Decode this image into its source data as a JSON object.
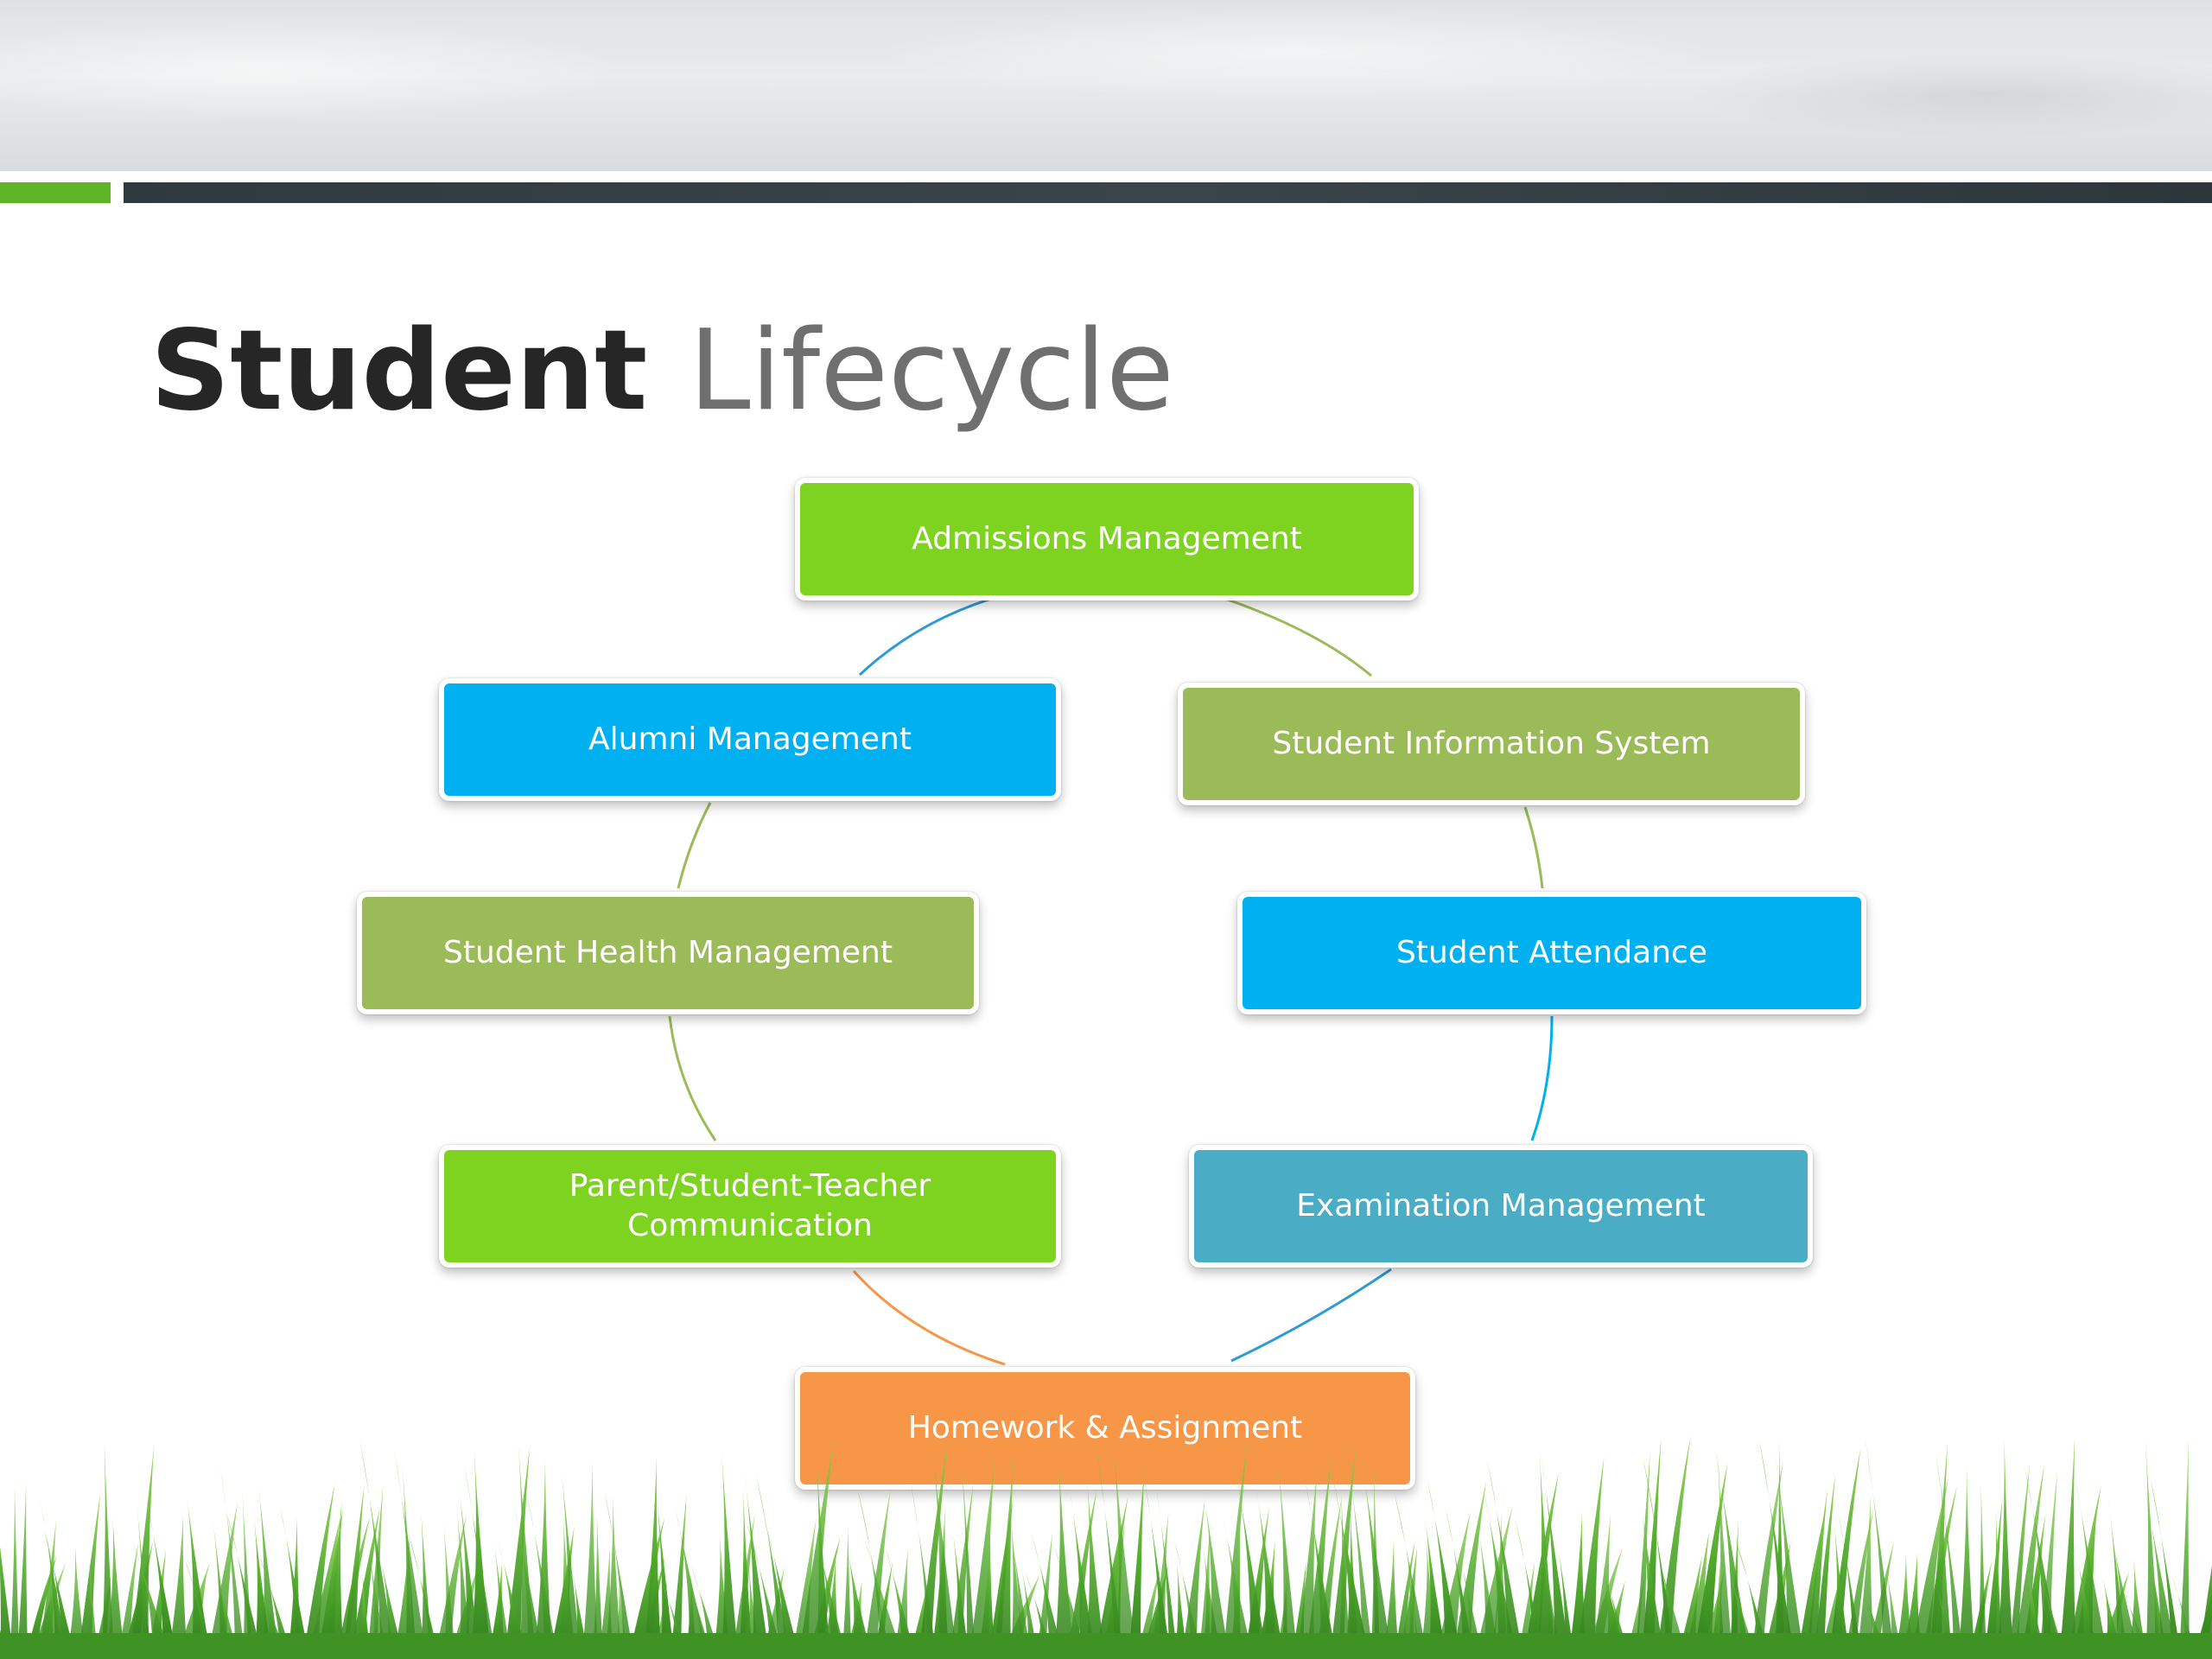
{
  "slide": {
    "title_bold": "Student",
    "title_light": "Lifecycle"
  },
  "diagram": {
    "nodes": [
      {
        "id": "admissions",
        "label": "Admissions  Management",
        "color": "#7ed321"
      },
      {
        "id": "sis",
        "label": "Student Information System",
        "color": "#9bbb59"
      },
      {
        "id": "attendance",
        "label": "Student Attendance",
        "color": "#00b0f0"
      },
      {
        "id": "examination",
        "label": "Examination Management",
        "color": "#4bacc6"
      },
      {
        "id": "homework",
        "label": "Homework & Assignment",
        "color": "#f79646"
      },
      {
        "id": "communication",
        "label": "Parent/Student-Teacher\nCommunication",
        "color": "#7ed321"
      },
      {
        "id": "health",
        "label": "Student Health Management",
        "color": "#9bbb59"
      },
      {
        "id": "alumni",
        "label": "Alumni Management",
        "color": "#00b0f0"
      }
    ],
    "edges": [
      {
        "from": "admissions",
        "to": "sis",
        "color": "#9bbb59"
      },
      {
        "from": "sis",
        "to": "attendance",
        "color": "#9bbb59"
      },
      {
        "from": "attendance",
        "to": "examination",
        "color": "#00b0f0"
      },
      {
        "from": "examination",
        "to": "homework",
        "color": "#2e9bd6"
      },
      {
        "from": "homework",
        "to": "communication",
        "color": "#f79646"
      },
      {
        "from": "communication",
        "to": "health",
        "color": "#9bbb59"
      },
      {
        "from": "health",
        "to": "alumni",
        "color": "#9bbb59"
      },
      {
        "from": "alumni",
        "to": "admissions",
        "color": "#2e9bd6"
      }
    ]
  }
}
